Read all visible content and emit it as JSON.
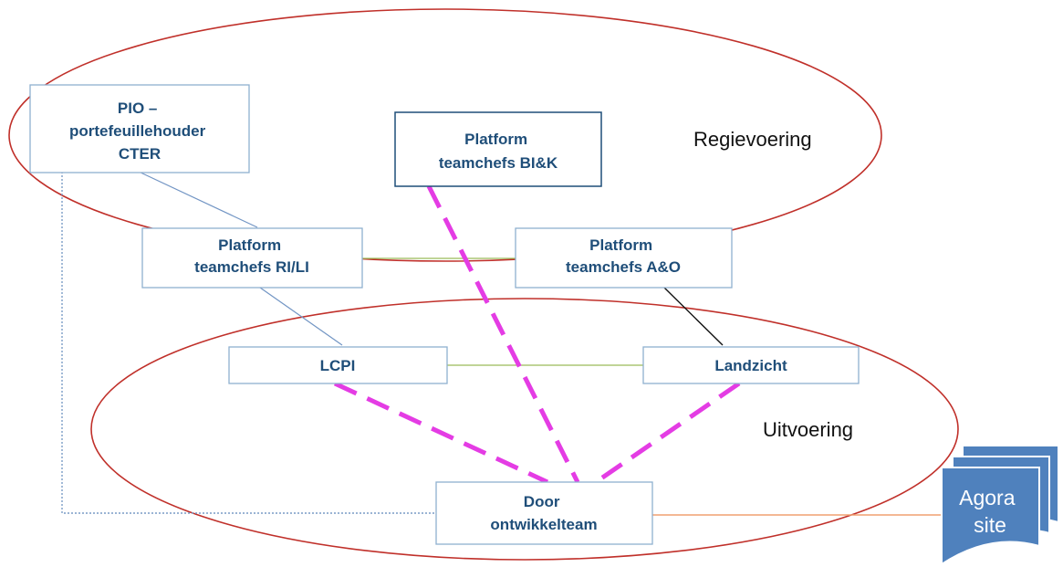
{
  "regions": {
    "regie": "Regievoering",
    "uitvoering": "Uitvoering"
  },
  "nodes": {
    "pio": [
      "PIO –",
      "portefeuillehouder",
      "CTER"
    ],
    "bik": [
      "Platform",
      "teamchefs BI&K"
    ],
    "rili": [
      "Platform",
      "teamchefs RI/LI"
    ],
    "ao": [
      "Platform",
      "teamchefs A&O"
    ],
    "lcpi": [
      "LCPI"
    ],
    "landzicht": [
      "Landzicht"
    ],
    "door": [
      "Door",
      "ontwikkelteam"
    ]
  },
  "document": [
    "Agora",
    "site"
  ],
  "colors": {
    "ellipse": "#c0302a",
    "node_text": "#1f4e79",
    "node_border": "#8fb0d0",
    "bik_border": "#1f4e79",
    "blue_line": "#7295c4",
    "green_line": "#9bbb59",
    "black_line": "#111111",
    "orange_line": "#f0a070",
    "magenta_dash": "#e43ce4",
    "dotted_line": "#7a9cc6",
    "doc_fill": "#4f81bd",
    "doc_border": "#ffffff"
  },
  "connections": [
    {
      "from": "pio",
      "to": "rili",
      "style": "solid-blue"
    },
    {
      "from": "rili",
      "to": "ao",
      "style": "solid-green"
    },
    {
      "from": "rili",
      "to": "lcpi",
      "style": "solid-blue"
    },
    {
      "from": "lcpi",
      "to": "landzicht",
      "style": "solid-green"
    },
    {
      "from": "ao",
      "to": "landzicht",
      "style": "solid-black"
    },
    {
      "from": "bik",
      "to": "door",
      "style": "dashed-magenta"
    },
    {
      "from": "lcpi",
      "to": "door",
      "style": "dashed-magenta"
    },
    {
      "from": "landzicht",
      "to": "door",
      "style": "dashed-magenta"
    },
    {
      "from": "pio",
      "to": "door",
      "style": "dotted-blue"
    },
    {
      "from": "door",
      "to": "document",
      "style": "solid-orange"
    }
  ]
}
